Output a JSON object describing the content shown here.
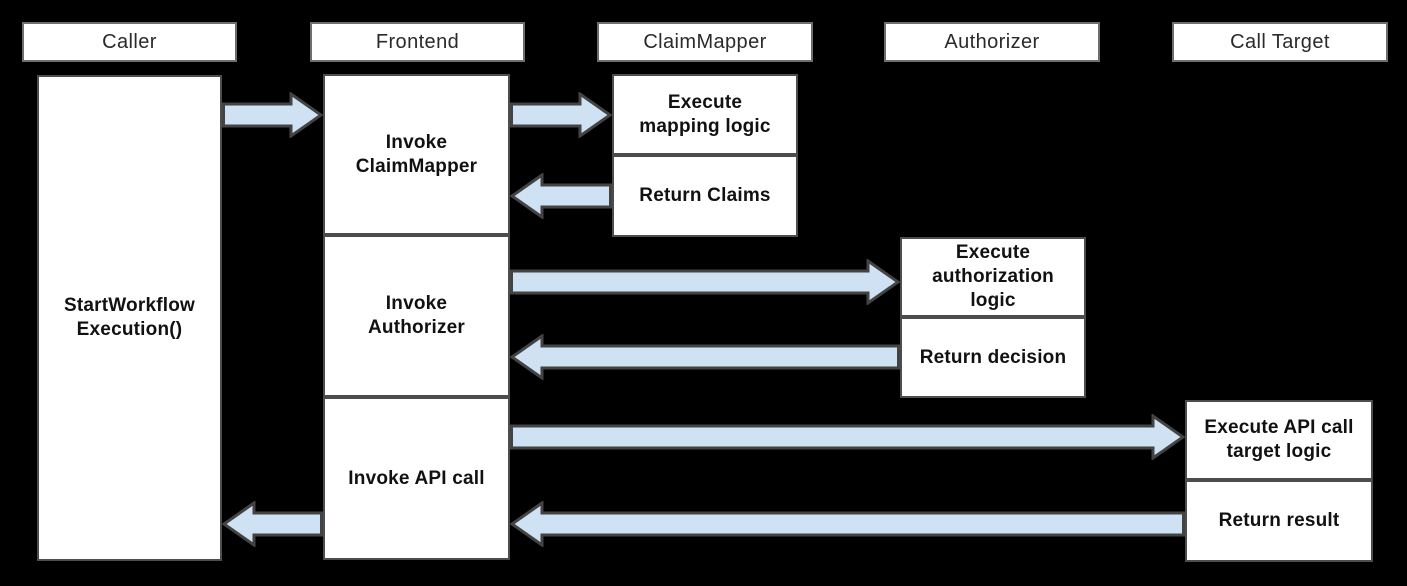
{
  "diagram_type": "sequence-flow",
  "colors": {
    "background": "#000000",
    "box_fill": "#ffffff",
    "box_border": "#4d4d4d",
    "header_border": "#6e6e6e",
    "arrow_fill": "#cfe2f3",
    "arrow_stroke": "#434343",
    "text": "#111111"
  },
  "actors": [
    {
      "id": "caller",
      "label": "Caller",
      "activity": "StartWorkflow\nExecution()"
    },
    {
      "id": "frontend",
      "label": "Frontend",
      "activities": [
        "Invoke\nClaimMapper",
        "Invoke\nAuthorizer",
        "Invoke API call"
      ]
    },
    {
      "id": "claimmapper",
      "label": "ClaimMapper",
      "activities": [
        "Execute\nmapping logic",
        "Return Claims"
      ]
    },
    {
      "id": "authorizer",
      "label": "Authorizer",
      "activities": [
        "Execute\nauthorization\nlogic",
        "Return decision"
      ]
    },
    {
      "id": "call_target",
      "label": "Call Target",
      "activities": [
        "Execute API call\ntarget logic",
        "Return result"
      ]
    }
  ],
  "connections": [
    {
      "from": "Caller",
      "to": "Frontend",
      "direction": "right"
    },
    {
      "from": "Frontend",
      "to": "ClaimMapper",
      "direction": "right"
    },
    {
      "from": "ClaimMapper",
      "to": "Frontend",
      "direction": "left"
    },
    {
      "from": "Frontend",
      "to": "Authorizer",
      "direction": "right"
    },
    {
      "from": "Authorizer",
      "to": "Frontend",
      "direction": "left"
    },
    {
      "from": "Frontend",
      "to": "Call Target",
      "direction": "right"
    },
    {
      "from": "Call Target",
      "to": "Frontend",
      "direction": "left"
    },
    {
      "from": "Frontend",
      "to": "Caller",
      "direction": "left"
    }
  ]
}
